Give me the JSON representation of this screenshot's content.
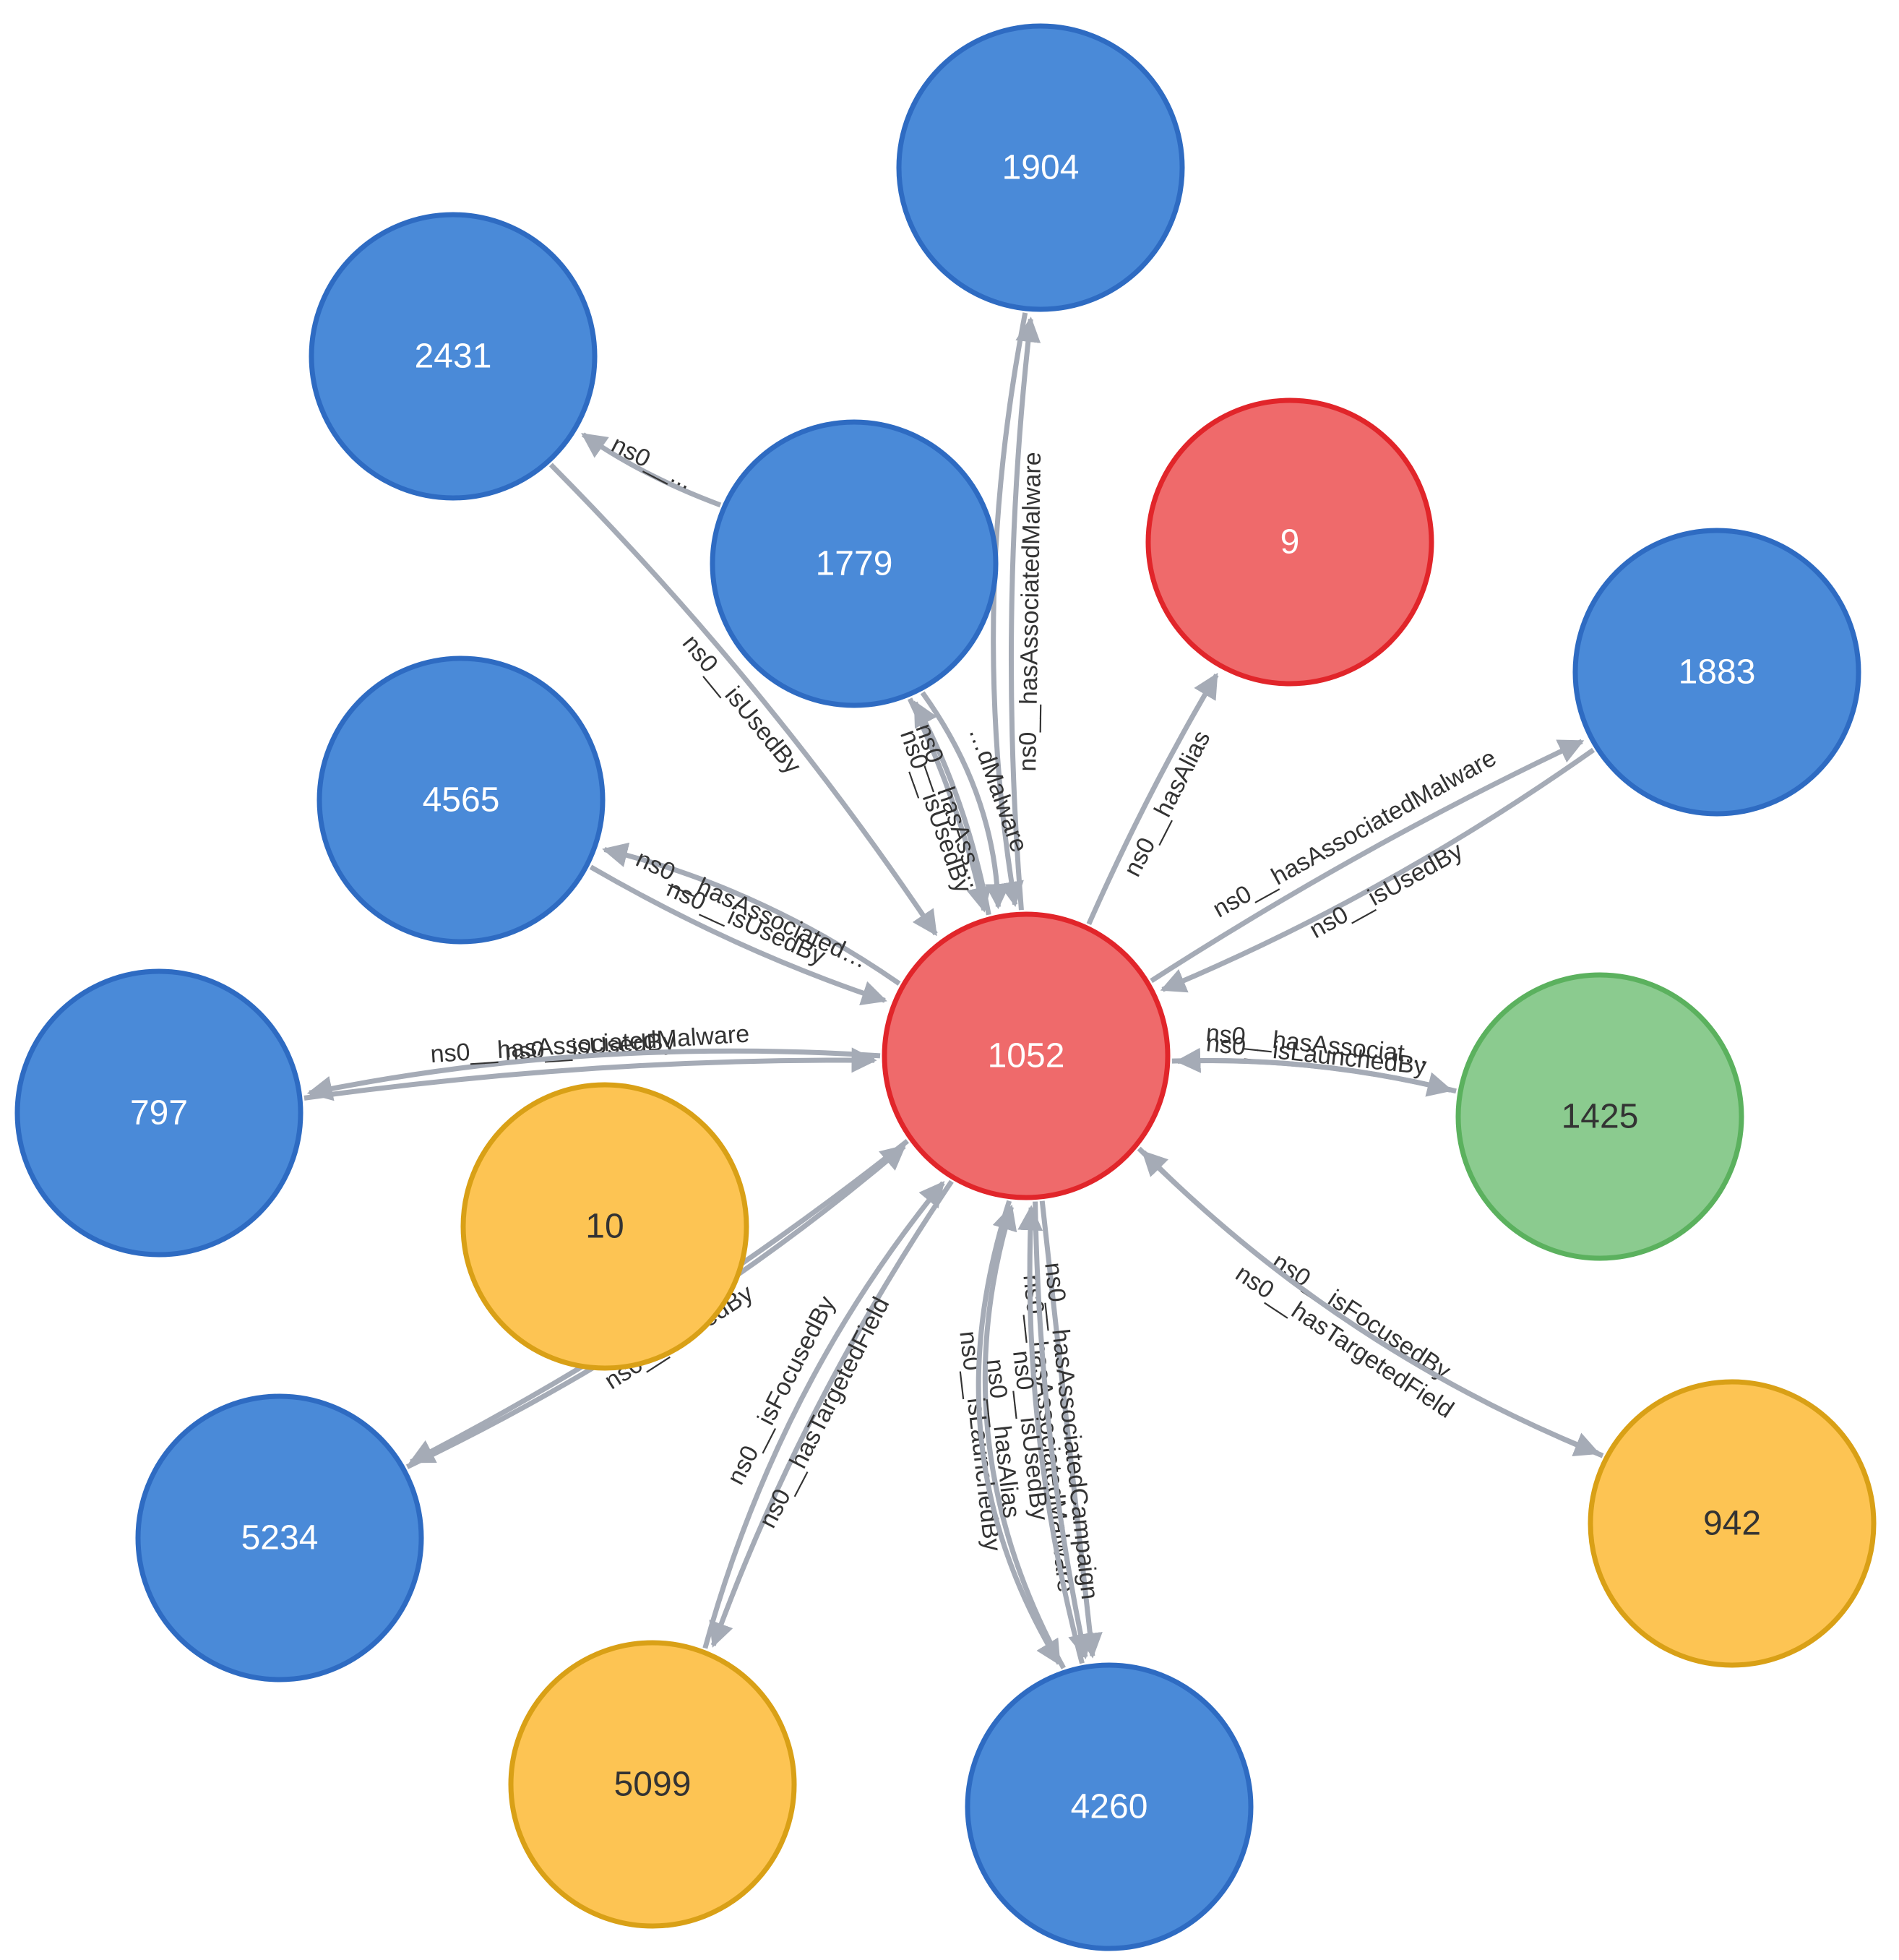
{
  "colors": {
    "blue": {
      "fill": "#4a8ad8",
      "stroke": "#2e6bc2",
      "text": "#ffffff"
    },
    "red": {
      "fill": "#ef6a6b",
      "stroke": "#e1252a",
      "text": "#ffffff"
    },
    "orange": {
      "fill": "#fdc453",
      "stroke": "#d9a016",
      "text": "#333333"
    },
    "green": {
      "fill": "#8bcb8f",
      "stroke": "#5bb15e",
      "text": "#333333"
    },
    "edge": "#a5abb6"
  },
  "nodes": [
    {
      "id": "1904",
      "label": "1904",
      "color": "blue"
    },
    {
      "id": "2431",
      "label": "2431",
      "color": "blue"
    },
    {
      "id": "1779",
      "label": "1779",
      "color": "blue"
    },
    {
      "id": "9",
      "label": "9",
      "color": "red"
    },
    {
      "id": "1883",
      "label": "1883",
      "color": "blue"
    },
    {
      "id": "4565",
      "label": "4565",
      "color": "blue"
    },
    {
      "id": "1052",
      "label": "1052",
      "color": "red"
    },
    {
      "id": "797",
      "label": "797",
      "color": "blue"
    },
    {
      "id": "10",
      "label": "10",
      "color": "orange"
    },
    {
      "id": "1425",
      "label": "1425",
      "color": "green"
    },
    {
      "id": "5234",
      "label": "5234",
      "color": "blue"
    },
    {
      "id": "942",
      "label": "942",
      "color": "orange"
    },
    {
      "id": "5099",
      "label": "5099",
      "color": "orange"
    },
    {
      "id": "4260",
      "label": "4260",
      "color": "blue"
    }
  ],
  "edges": [
    {
      "from": "1052",
      "to": "1904",
      "label": "ns0__hasAssociatedMalware"
    },
    {
      "from": "1904",
      "to": "1052",
      "label": ""
    },
    {
      "from": "1779",
      "to": "2431",
      "label": "ns0__..."
    },
    {
      "from": "2431",
      "to": "1052",
      "label": "ns0__isUsedBy"
    },
    {
      "from": "1779",
      "to": "1052",
      "label": "ns0__isUsedBy"
    },
    {
      "from": "1052",
      "to": "1779",
      "label": "ns0__hasAss…"
    },
    {
      "from": "1779",
      "to": "1052",
      "label": "…dMalware"
    },
    {
      "from": "1052",
      "to": "9",
      "label": "ns0__hasAlias"
    },
    {
      "from": "1052",
      "to": "1883",
      "label": "ns0__hasAssociatedMalware"
    },
    {
      "from": "1883",
      "to": "1052",
      "label": "ns0__isUsedBy"
    },
    {
      "from": "4565",
      "to": "1052",
      "label": "ns0__isUsedBy"
    },
    {
      "from": "1052",
      "to": "4565",
      "label": "ns0__hasAssociated…"
    },
    {
      "from": "797",
      "to": "1052",
      "label": "ns0__isUsedBy"
    },
    {
      "from": "1052",
      "to": "797",
      "label": "ns0__hasAssociatedMalware"
    },
    {
      "from": "1425",
      "to": "1052",
      "label": "ns0__isLaunchedBy"
    },
    {
      "from": "1052",
      "to": "1425",
      "label": "ns0__hasAssociat…"
    },
    {
      "from": "942",
      "to": "1052",
      "label": "ns0__isFocusedBy"
    },
    {
      "from": "1052",
      "to": "942",
      "label": "ns0__hasTargetedField"
    },
    {
      "from": "1052",
      "to": "5234",
      "label": "ns0__..."
    },
    {
      "from": "5234",
      "to": "1052",
      "label": "ns0__isUsedBy"
    },
    {
      "from": "5099",
      "to": "1052",
      "label": "ns0__isFocusedBy"
    },
    {
      "from": "1052",
      "to": "5099",
      "label": "ns0__hasTargetedField"
    },
    {
      "from": "1052",
      "to": "4260",
      "label": "ns0__hasAssociatedMalware"
    },
    {
      "from": "1052",
      "to": "4260",
      "label": "ns0__hasAssociatedCampaign"
    },
    {
      "from": "4260",
      "to": "1052",
      "label": "ns0__isUsedBy"
    },
    {
      "from": "4260",
      "to": "1052",
      "label": "ns0__isLaunchedBy"
    },
    {
      "from": "1052",
      "to": "4260",
      "label": "ns0__hasAlias"
    }
  ]
}
